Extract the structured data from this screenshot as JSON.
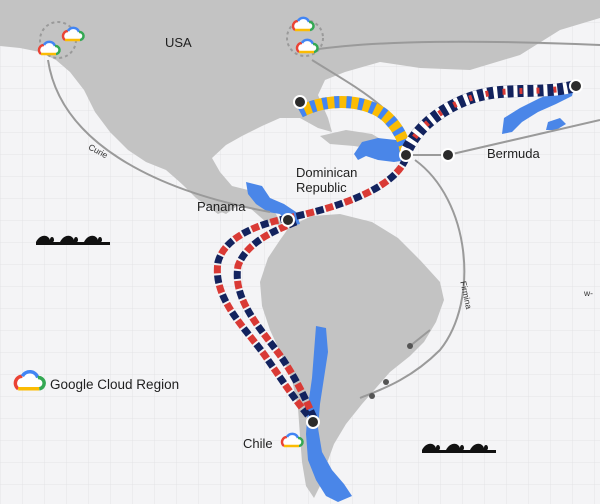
{
  "labels": {
    "usa": "USA",
    "dominican_republic_line1": "Dominican",
    "dominican_republic_line2": "Republic",
    "panama": "Panama",
    "bermuda": "Bermuda",
    "chile": "Chile"
  },
  "cables": {
    "curie": "Curie",
    "firmina": "Firmina",
    "offscreen_partial": "w-"
  },
  "legend": {
    "label": "Google Cloud Region",
    "icon": "google-cloud-region-icon"
  },
  "colors": {
    "land_gray": "#c3c3c3",
    "highlight_blue": "#4a86e8",
    "cable_gray": "#9a9a9a",
    "node": "#2b2b2b",
    "red_dash": "#d93a35",
    "navy_dash": "#13235e",
    "google_blue": "#4285f4",
    "google_red": "#ea4335",
    "google_yellow": "#fbbc04",
    "google_green": "#34a853"
  }
}
